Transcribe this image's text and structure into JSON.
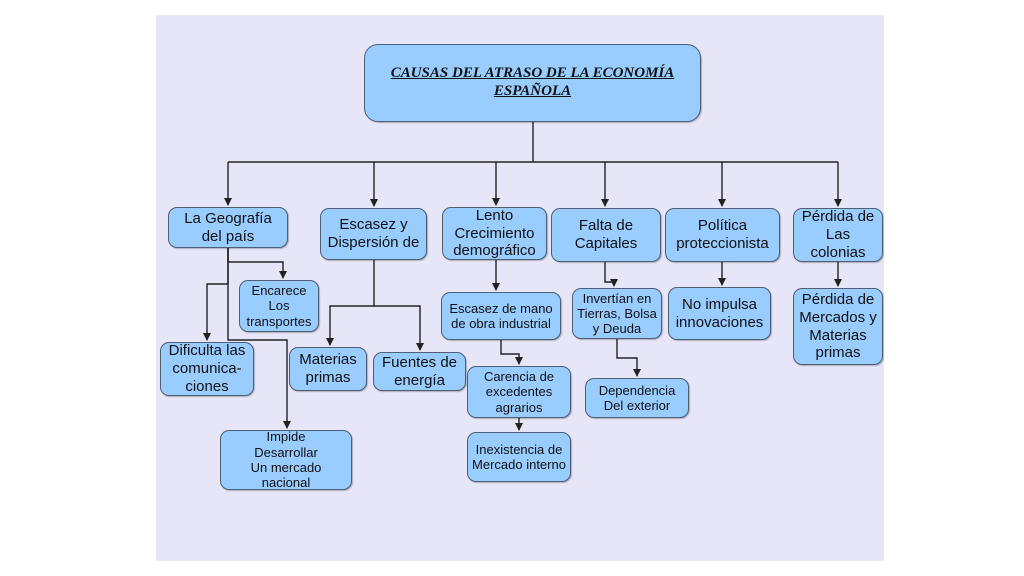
{
  "diagram": {
    "title": "CAUSAS DEL ATRASO DE LA ECONOMÍA\nESPAÑOLA",
    "nodes": {
      "geografia": "La Geografía\ndel país",
      "escasez": "Escasez y\nDispersión de",
      "lento": "Lento\nCrecimiento\ndemográfico",
      "capitales": "Falta de\nCapitales",
      "politica": "Política\nproteccionista",
      "colonias": "Pérdida de\nLas\ncolonias",
      "encarece": "Encarece\nLos\ntransportes",
      "dificulta": "Dificulta las\ncomunica-\nciones",
      "impide": "Impide\nDesarrollar\nUn mercado\nnacional",
      "materias": "Materias\nprimas",
      "fuentes": "Fuentes de\nenergía",
      "mano_obra": "Escasez de mano\nde obra industrial",
      "carencia": "Carencia de\nexcedentes\nagrarios",
      "inexistencia": "Inexistencia de\nMercado interno",
      "invertian": "Invertían en\nTierras, Bolsa\ny Deuda",
      "dependencia": "Dependencia\nDel exterior",
      "no_impulsa": "No impulsa\ninnovaciones",
      "perdida_mercados": "Pérdida de\nMercados y\nMaterias\nprimas"
    }
  },
  "colors": {
    "background": "#e6e6f8",
    "node_fill": "#99ccff",
    "node_border": "#4f5f72",
    "connector": "#222222"
  }
}
